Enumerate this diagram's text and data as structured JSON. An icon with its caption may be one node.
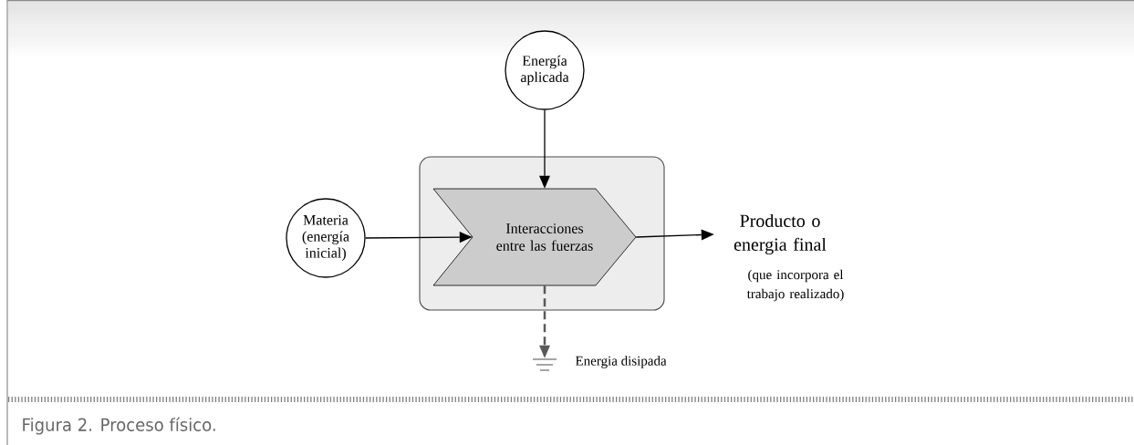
{
  "diagram": {
    "caption": "Figura 2. Proceso físico.",
    "nodes": [
      {
        "text": [
          "Energía aplicada"
        ]
      },
      {
        "text": [],
        "shape": "box"
      },
      {
        "text": [
          "Interacciones entre las fuerzas"
        ],
        "in": 1
      },
      {
        "text": [
          "Materia (energía inicial)"
        ]
      },
      {
        "text": [
          "Producto o energia final"
        ],
        "beside": [
          "(que incorpora el trabajo realizado)"
        ]
      },
      {
        "text": [],
        "shape": "ground",
        "beside": [
          "Energia disipada"
        ]
      }
    ],
    "edges": [
      {
        "from": 0,
        "to": 2,
        "arrow": "to"
      },
      {
        "from": 3,
        "to": 2,
        "arrow": "to"
      },
      {
        "from": 2,
        "to": 4,
        "arrow": "to"
      },
      {
        "from": 2,
        "to": 5,
        "arrow": "to",
        "style": "dashed",
        "color": "#595959"
      }
    ]
  }
}
